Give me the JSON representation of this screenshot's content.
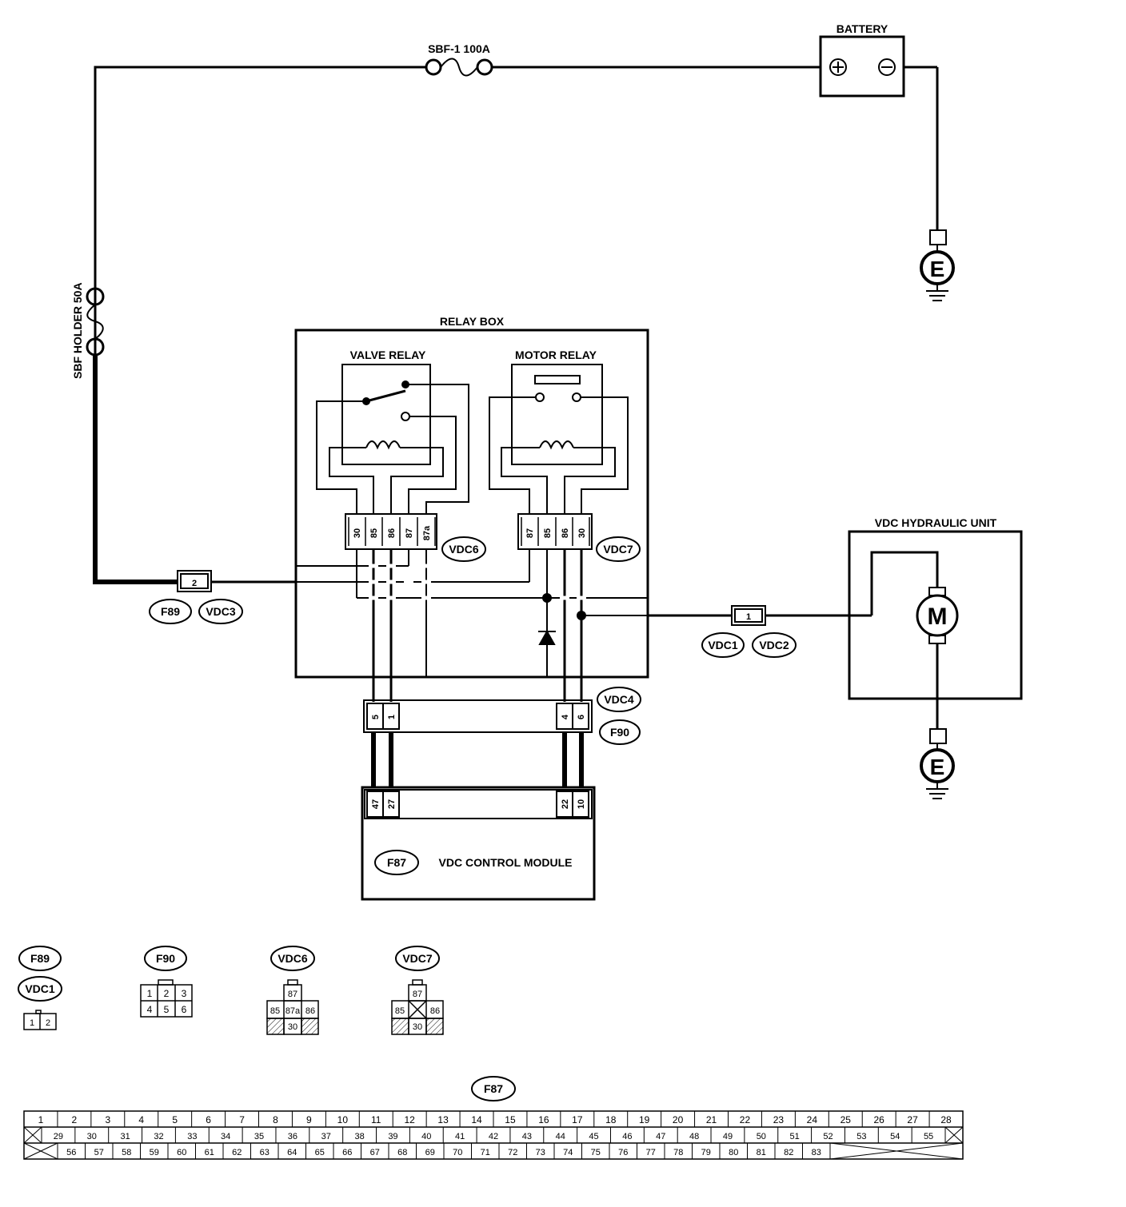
{
  "labels": {
    "battery": "BATTERY",
    "sbf1": "SBF-1 100A",
    "sbf_holder": "SBF HOLDER 50A",
    "relay_box": "RELAY BOX",
    "valve_relay": "VALVE RELAY",
    "motor_relay": "MOTOR RELAY",
    "hydraulic_unit": "VDC HYDRAULIC UNIT",
    "control_module": "VDC CONTROL MODULE",
    "ground": "E",
    "motor": "M"
  },
  "connector_tags": {
    "f89": "F89",
    "vdc3": "VDC3",
    "vdc6": "VDC6",
    "vdc7": "VDC7",
    "vdc1": "VDC1",
    "vdc2": "VDC2",
    "vdc4": "VDC4",
    "f90": "F90",
    "f87": "F87"
  },
  "pins": {
    "f89_vdc3": "2",
    "vdc1_vdc2": "1",
    "vdc6": [
      "30",
      "85",
      "86",
      "87",
      "87a"
    ],
    "vdc7": [
      "87",
      "85",
      "86",
      "30"
    ],
    "vdc4_f90": [
      "5",
      "1",
      "4",
      "6"
    ],
    "f87_module": [
      "47",
      "27",
      "22",
      "10"
    ]
  },
  "connector_views": {
    "f89_vdc1": [
      "1",
      "2"
    ],
    "f90": [
      "1",
      "2",
      "3",
      "4",
      "5",
      "6"
    ],
    "vdc6": [
      "87",
      "85",
      "87a",
      "86",
      "30"
    ],
    "vdc7": [
      "87",
      "85",
      "86",
      "30"
    ]
  },
  "f87_grid": {
    "row1": [
      "1",
      "2",
      "3",
      "4",
      "5",
      "6",
      "7",
      "8",
      "9",
      "10",
      "11",
      "12",
      "13",
      "14",
      "15",
      "16",
      "17",
      "18",
      "19",
      "20",
      "21",
      "22",
      "23",
      "24",
      "25",
      "26",
      "27",
      "28"
    ],
    "row2": [
      "29",
      "30",
      "31",
      "32",
      "33",
      "34",
      "35",
      "36",
      "37",
      "38",
      "39",
      "40",
      "41",
      "42",
      "43",
      "44",
      "45",
      "46",
      "47",
      "48",
      "49",
      "50",
      "51",
      "52",
      "53",
      "54",
      "55"
    ],
    "row3": [
      "56",
      "57",
      "58",
      "59",
      "60",
      "61",
      "62",
      "63",
      "64",
      "65",
      "66",
      "67",
      "68",
      "69",
      "70",
      "71",
      "72",
      "73",
      "74",
      "75",
      "76",
      "77",
      "78",
      "79",
      "80",
      "81",
      "82",
      "83"
    ]
  }
}
